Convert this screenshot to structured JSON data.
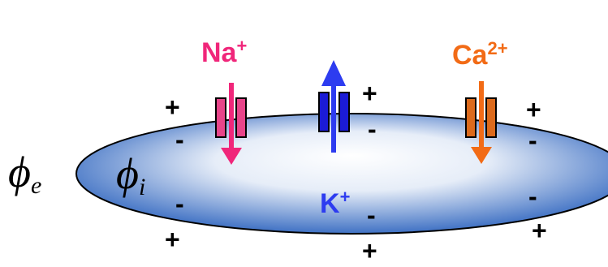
{
  "potentials": {
    "extracellular": {
      "symbol": "ϕ",
      "subscript": "e"
    },
    "intracellular": {
      "symbol": "ϕ",
      "subscript": "i"
    }
  },
  "ions": [
    {
      "name": "Na",
      "charge": "+",
      "color": "#f0267a",
      "channel_color": "#e8458a",
      "direction": "inward"
    },
    {
      "name": "K",
      "charge": "+",
      "color": "#2d3cf0",
      "channel_color": "#1b1bd6",
      "direction": "outward"
    },
    {
      "name": "Ca",
      "charge": "2+",
      "color": "#f26b16",
      "channel_color": "#dc6a1c",
      "direction": "inward"
    }
  ],
  "charges": {
    "plus": "+",
    "minus": "-"
  },
  "colors": {
    "cell_fill_edge": "#3f71c4",
    "cell_fill_center": "#ffffff",
    "outline": "#000000"
  }
}
